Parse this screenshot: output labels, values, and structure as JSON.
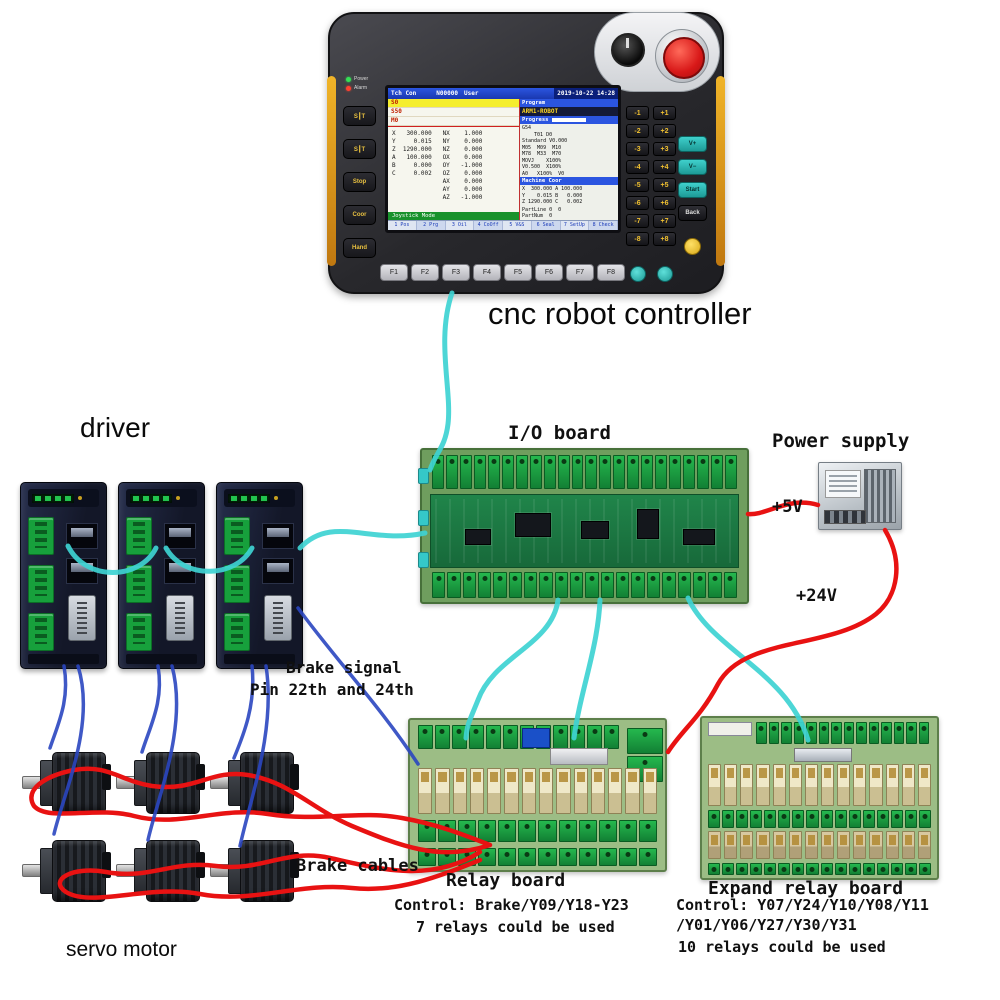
{
  "colors": {
    "signal_wire": "#3ed2d2",
    "power_wire": "#e81212",
    "motor_wire": "#2a46c0",
    "pendant_trim": "#e8a020",
    "estop_red": "#d81818",
    "pcb_green": "#1e7f41",
    "terminal_green": "#1b9e3c",
    "relay_beige": "#d8cfa8"
  },
  "labels": {
    "controller": "cnc robot controller",
    "driver": "driver",
    "io_board": "I/O board",
    "power_supply": "Power supply",
    "plus5v": "+5V",
    "plus24v": "+24V",
    "brake_signal_line1": "Brake signal",
    "brake_signal_line2": "Pin 22th and 24th",
    "brake_cables": "Brake cables",
    "relay_board": "Relay board",
    "expand_relay_board": "Expand relay board",
    "servo_motor": "servo motor",
    "relay_note_line1": "Control: Brake/Y09/Y18-Y23",
    "relay_note_line2": "7 relays could be used",
    "expand_note_line1": "Control: Y07/Y24/Y10/Y08/Y11",
    "expand_note_line2": "/Y01/Y06/Y27/Y30/Y31",
    "expand_note_line3": "10 relays could be used"
  },
  "pendant": {
    "screen": {
      "title_left": "Tch Con",
      "title_prog": "N00000",
      "title_user": "User",
      "title_time": "2019-10-22 14:28",
      "status_rows": [
        "S0",
        "S50",
        "M0"
      ],
      "coord_lines": [
        "X   300.000   NX    1.000",
        "Y     0.015   NY    0.000",
        "Z  1290.000   NZ    0.000",
        "A   100.000   OX    0.000",
        "B     0.000   OY   -1.000",
        "C     0.002   OZ    0.000",
        "              AX    0.000",
        "              AY    0.000",
        "              AZ   -1.000"
      ],
      "mode_bar": "Joystick Mode",
      "right": {
        "program_label": "Program",
        "program_value": "ARM1-ROBOT",
        "progress_label": "Progress",
        "body_lines": [
          "G54",
          "    T01 D0",
          "Standard V0.000",
          "M05  M09  M10",
          "M78  M33  M70",
          "MOVJ    X100%",
          "V0.500  X100%",
          "A0   X100%  V0"
        ],
        "machine_label": "Machine Coor",
        "machine_lines": [
          "X  300.000 A 100.000",
          "Y    0.015 B   0.000",
          "Z 1290.000 C   0.002"
        ],
        "part_lines": [
          "PartLine 0  0",
          "PartNum  0"
        ]
      },
      "softkeys": [
        "1 Pos",
        "2 Prg",
        "3 Oil",
        "4 CoOff",
        "5 V&S",
        "6 Seal",
        "7 SetUp",
        "8 Check"
      ]
    },
    "leds": [
      "Power",
      "Alarm"
    ],
    "left_buttons": [
      "S┃T",
      "S┃T",
      "Stop",
      "Coor",
      "Hand"
    ],
    "axis_buttons": [
      [
        "-1",
        "+1"
      ],
      [
        "-2",
        "+2"
      ],
      [
        "-3",
        "+3"
      ],
      [
        "-4",
        "+4"
      ],
      [
        "-5",
        "+5"
      ],
      [
        "-6",
        "+6"
      ],
      [
        "-7",
        "+7"
      ],
      [
        "-8",
        "+8"
      ]
    ],
    "side_buttons": [
      "V+",
      "V−",
      "Start",
      "Back"
    ],
    "fkeys": [
      "F1",
      "F2",
      "F3",
      "F4",
      "F5",
      "F6",
      "F7",
      "F8"
    ]
  }
}
